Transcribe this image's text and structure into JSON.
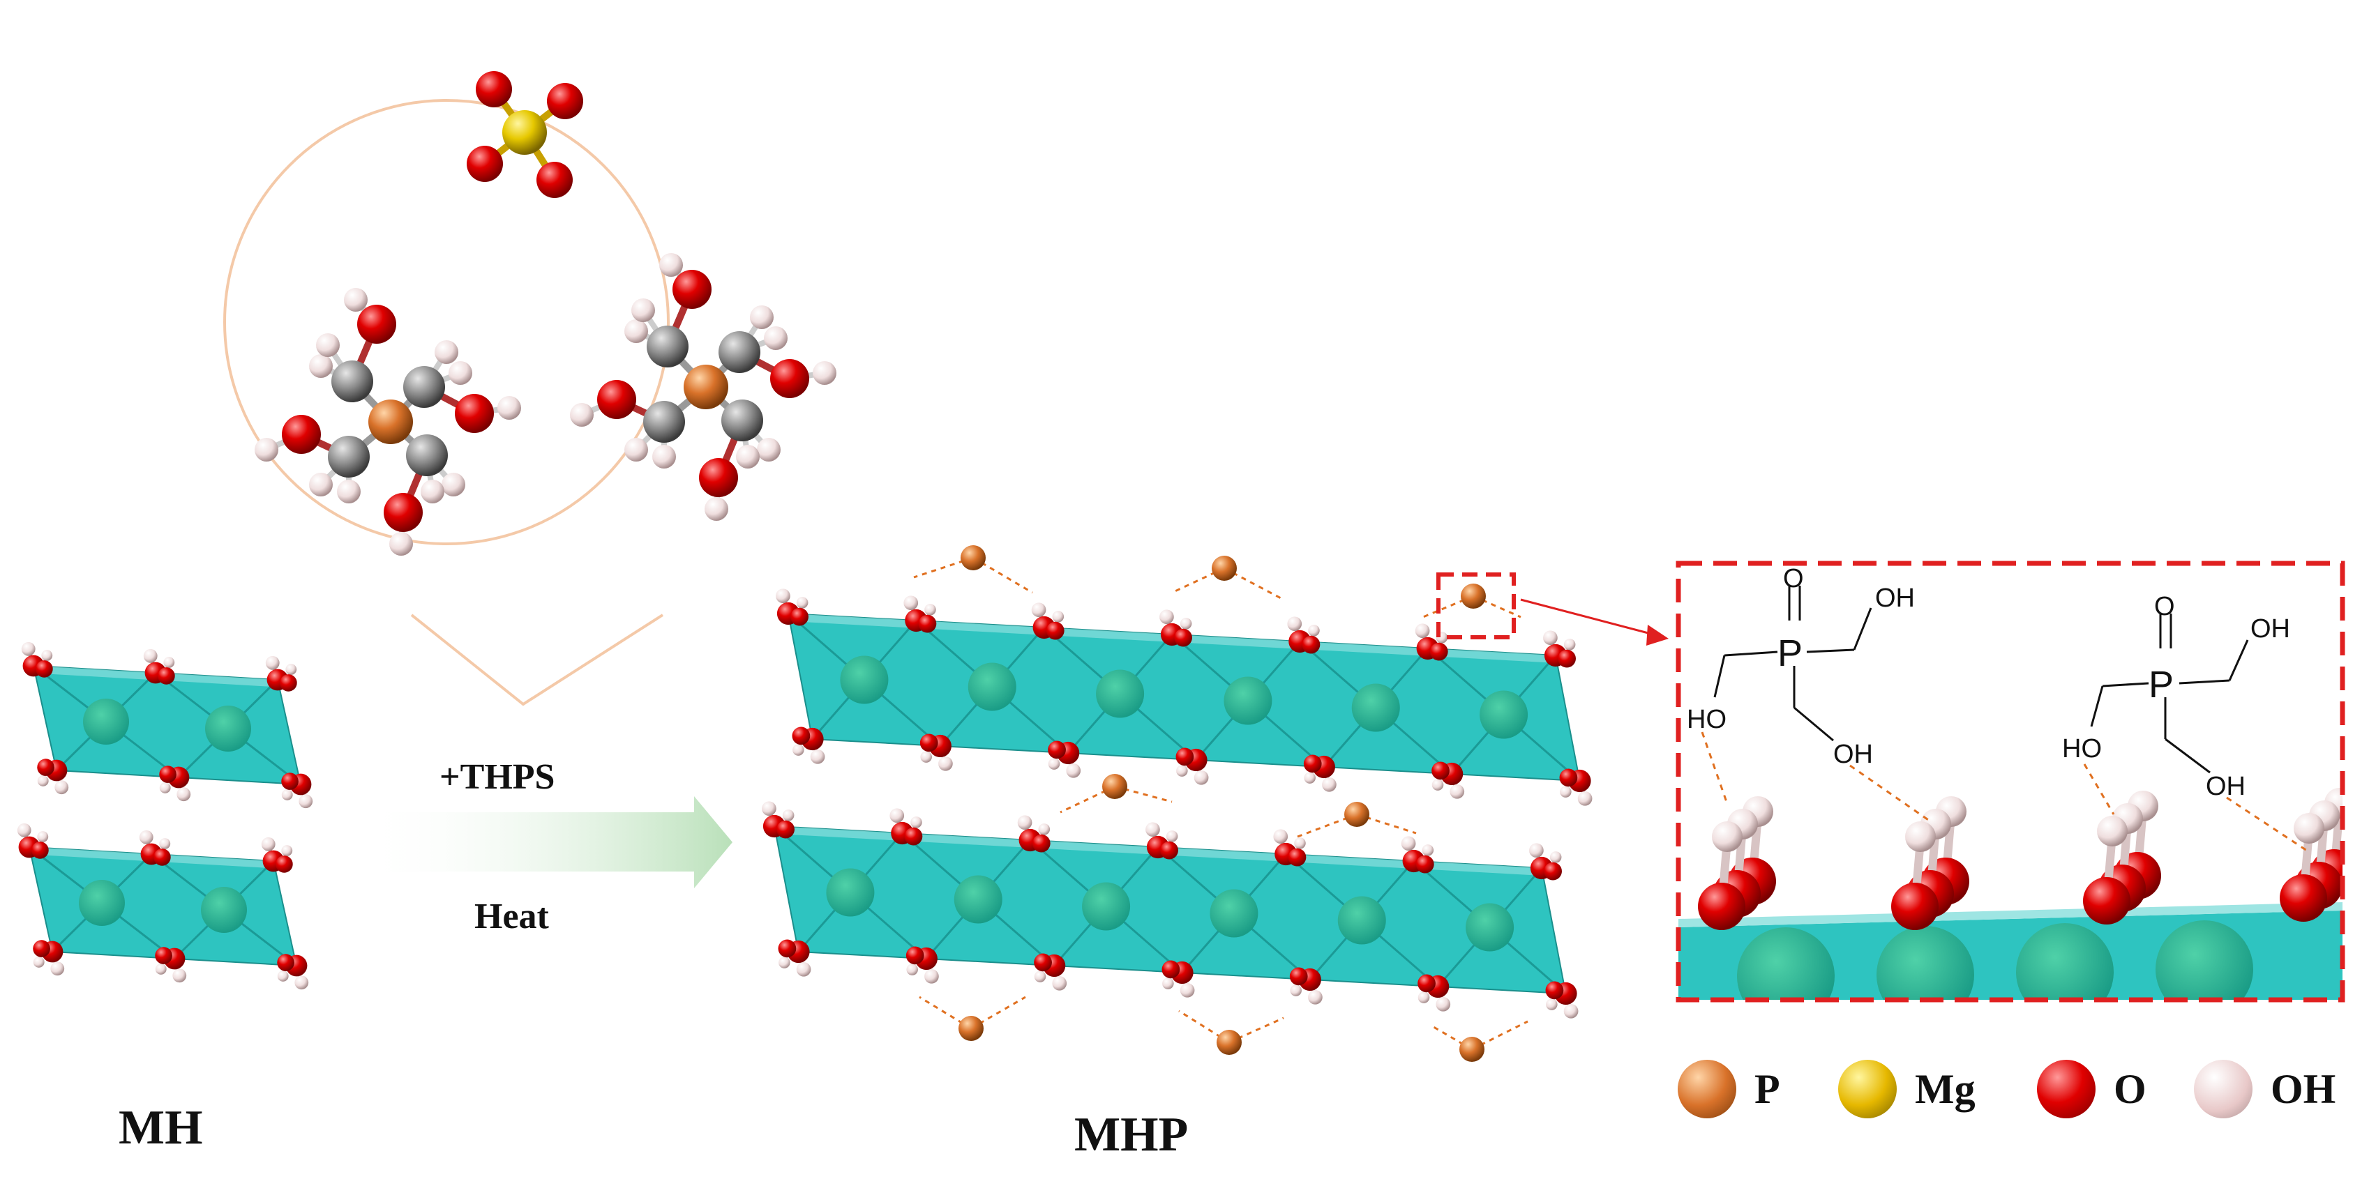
{
  "labels": {
    "mh": "MH",
    "mhp": "MHP",
    "reagent": "+THPS",
    "condition": "Heat"
  },
  "structure": {
    "p": "P",
    "o": "O",
    "oh": "OH",
    "ho": "HO"
  },
  "legend": [
    {
      "symbol": "P",
      "color": "#d9722a"
    },
    {
      "symbol": "Mg",
      "color": "#e6b800"
    },
    {
      "symbol": "O",
      "color": "#e00000"
    },
    {
      "symbol": "OH",
      "color": "#e8c8c8"
    }
  ],
  "colors": {
    "octahedra": "#2ec4c0",
    "oxygen": "#e00000",
    "hydrogen": "#efdede",
    "phosphorus": "#d9722a",
    "carbon": "#8a8a8a",
    "sulfur": "#e6c800",
    "zoom_box": "#e02020",
    "magnifier": "#f4c9a8",
    "arrow": "#cfe9cf"
  }
}
